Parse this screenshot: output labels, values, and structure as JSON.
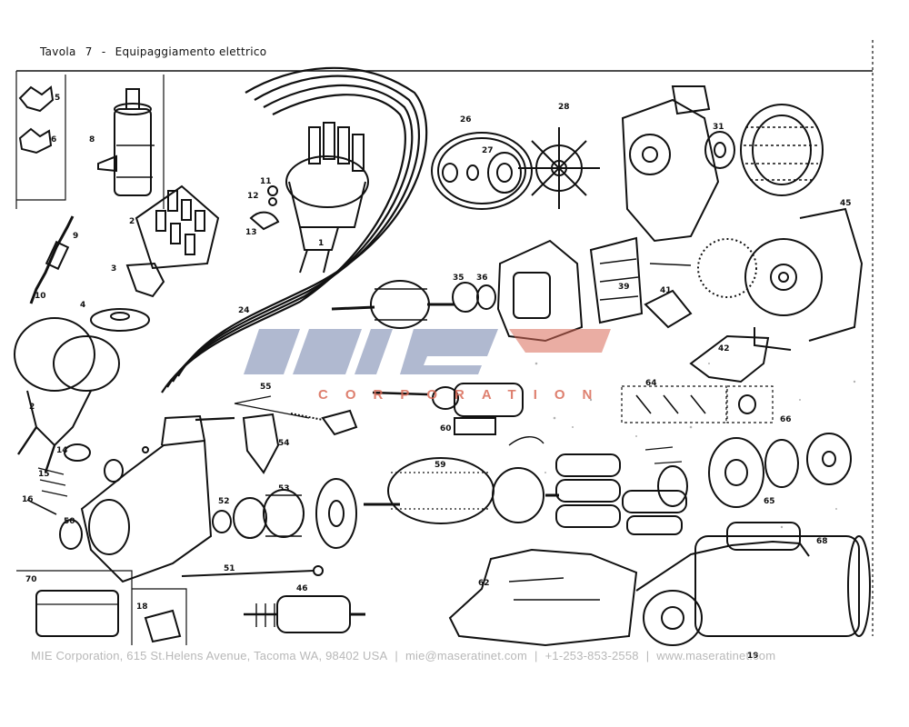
{
  "header": {
    "tavola_label": "Tavola",
    "tavola_number": "7",
    "dash": "-",
    "section_title": "Equipaggiamento elettrico"
  },
  "watermark": {
    "logo_text": "mie",
    "sub_text": "CORPORATION"
  },
  "footer": {
    "address": "MIE Corporation, 615 St.Helens Avenue, Tacoma WA, 98402 USA",
    "email": "mie@maseratinet.com",
    "phone": "+1-253-853-2558",
    "website": "www.maseratinet.com",
    "separator": "|"
  },
  "part_numbers": [
    "1",
    "2",
    "3",
    "4",
    "5",
    "6",
    "8",
    "9",
    "10",
    "11",
    "12",
    "13",
    "14",
    "15",
    "16",
    "18",
    "19",
    "24",
    "26",
    "27",
    "28",
    "31",
    "35",
    "36",
    "39",
    "41",
    "42",
    "45",
    "46",
    "50",
    "51",
    "52",
    "53",
    "54",
    "55",
    "59",
    "60",
    "62",
    "64",
    "65",
    "66",
    "68",
    "70"
  ],
  "colors": {
    "ink": "#111111",
    "watermark_blue": "#9aa6c4",
    "watermark_red": "#d96a57",
    "footer_gray": "#b8b8b8"
  }
}
